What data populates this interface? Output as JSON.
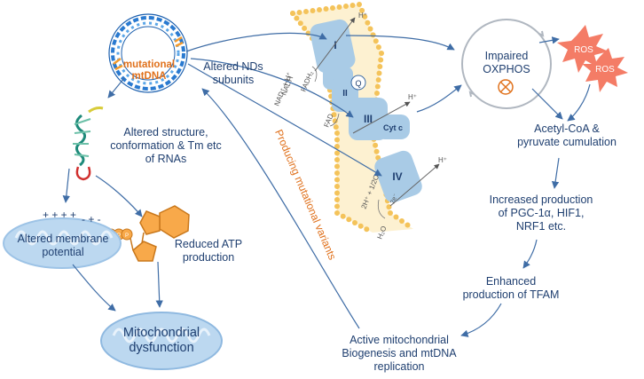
{
  "labels": {
    "mtdna": "mutational\nmtDNA",
    "altered_nds": "Altered NDs\nsubunits",
    "altered_structure": "Altered structure,\nconformation & Tm etc\nof RNAs",
    "membrane_potential": "Altered membrane\npotential",
    "reduced_atp": "Reduced ATP\nproduction",
    "mito_dysfunction": "Mitochondrial\ndysfunction",
    "impaired_oxphos": "Impaired\nOXPHOS",
    "ros_1": "ROS",
    "ros_2": "ROS",
    "acetyl_coa": "Acetyl-CoA &\npyruvate cumulation",
    "pgc": "Increased production\nof PGC-1α, HIF1,\nNRF1 etc.",
    "tfam": "Enhanced\nproduction of TFAM",
    "biogenesis": "Active mitochondrial\nBiogenesis and mtDNA\nreplication",
    "producing_variants": "Producing mutational variants",
    "charge_plus": "+ + + +",
    "charge_minus": "- + -",
    "atp_p": "P"
  },
  "complexes": {
    "c1": "I",
    "c2": "II",
    "c3": "III",
    "c4": "IV",
    "q": "Q",
    "cytc": "Cyt c"
  },
  "chem": {
    "h_plus": "H⁺",
    "nadh": "NADH",
    "nad": "NAD⁺ + H⁺",
    "fadh2": "FADH₂",
    "fad": "FAD",
    "o2": "2H⁺ + 1/2O₂",
    "h2o": "H₂O",
    "e2": "2e⁻"
  },
  "colors": {
    "text": "#1f3f70",
    "arrow": "#3f6da6",
    "orange": "#e0711c",
    "complex": "#a9cbe6",
    "lipid": "#f4c35a",
    "ros": "#f47c66",
    "dna_blue": "#2a7ad0",
    "dna_orange": "#f39a2c",
    "mito": "#bcd8f0"
  }
}
